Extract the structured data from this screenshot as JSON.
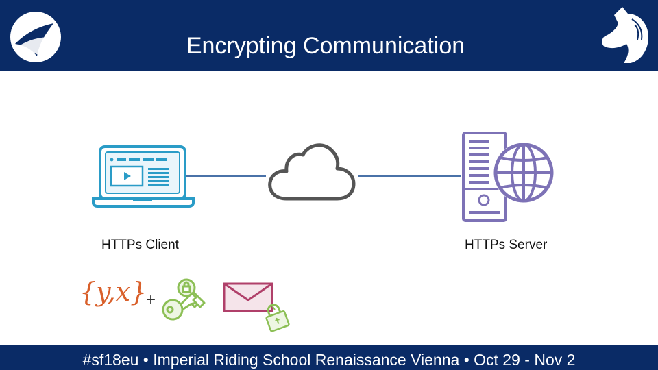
{
  "slide": {
    "title": "Encrypting Communication",
    "footer": "#sf18eu  •  Imperial Riding School Renaissance Vienna  •  Oct 29 - Nov 2"
  },
  "diagram": {
    "client_label": "HTTPs Client",
    "server_label": "HTTPs Server",
    "plus_sign": "+",
    "formula_text": "{y,x}"
  },
  "icons": {
    "left_logo": "wireshark-shark-fin-logo",
    "right_logo": "lipizzaner-horse-head-logo",
    "client": "laptop-icon",
    "network": "cloud-icon",
    "server": "server-globe-icon",
    "keys": "key-pair-icon",
    "message": "locked-envelope-icon"
  },
  "colors": {
    "brand_navy": "#0a2b66",
    "client_teal": "#2a9cc7",
    "server_purple": "#7d72b6",
    "cloud_gray": "#555555",
    "key_green": "#8cbf55",
    "formula_orange": "#d9602b",
    "envelope_pink": "#b0406a"
  }
}
